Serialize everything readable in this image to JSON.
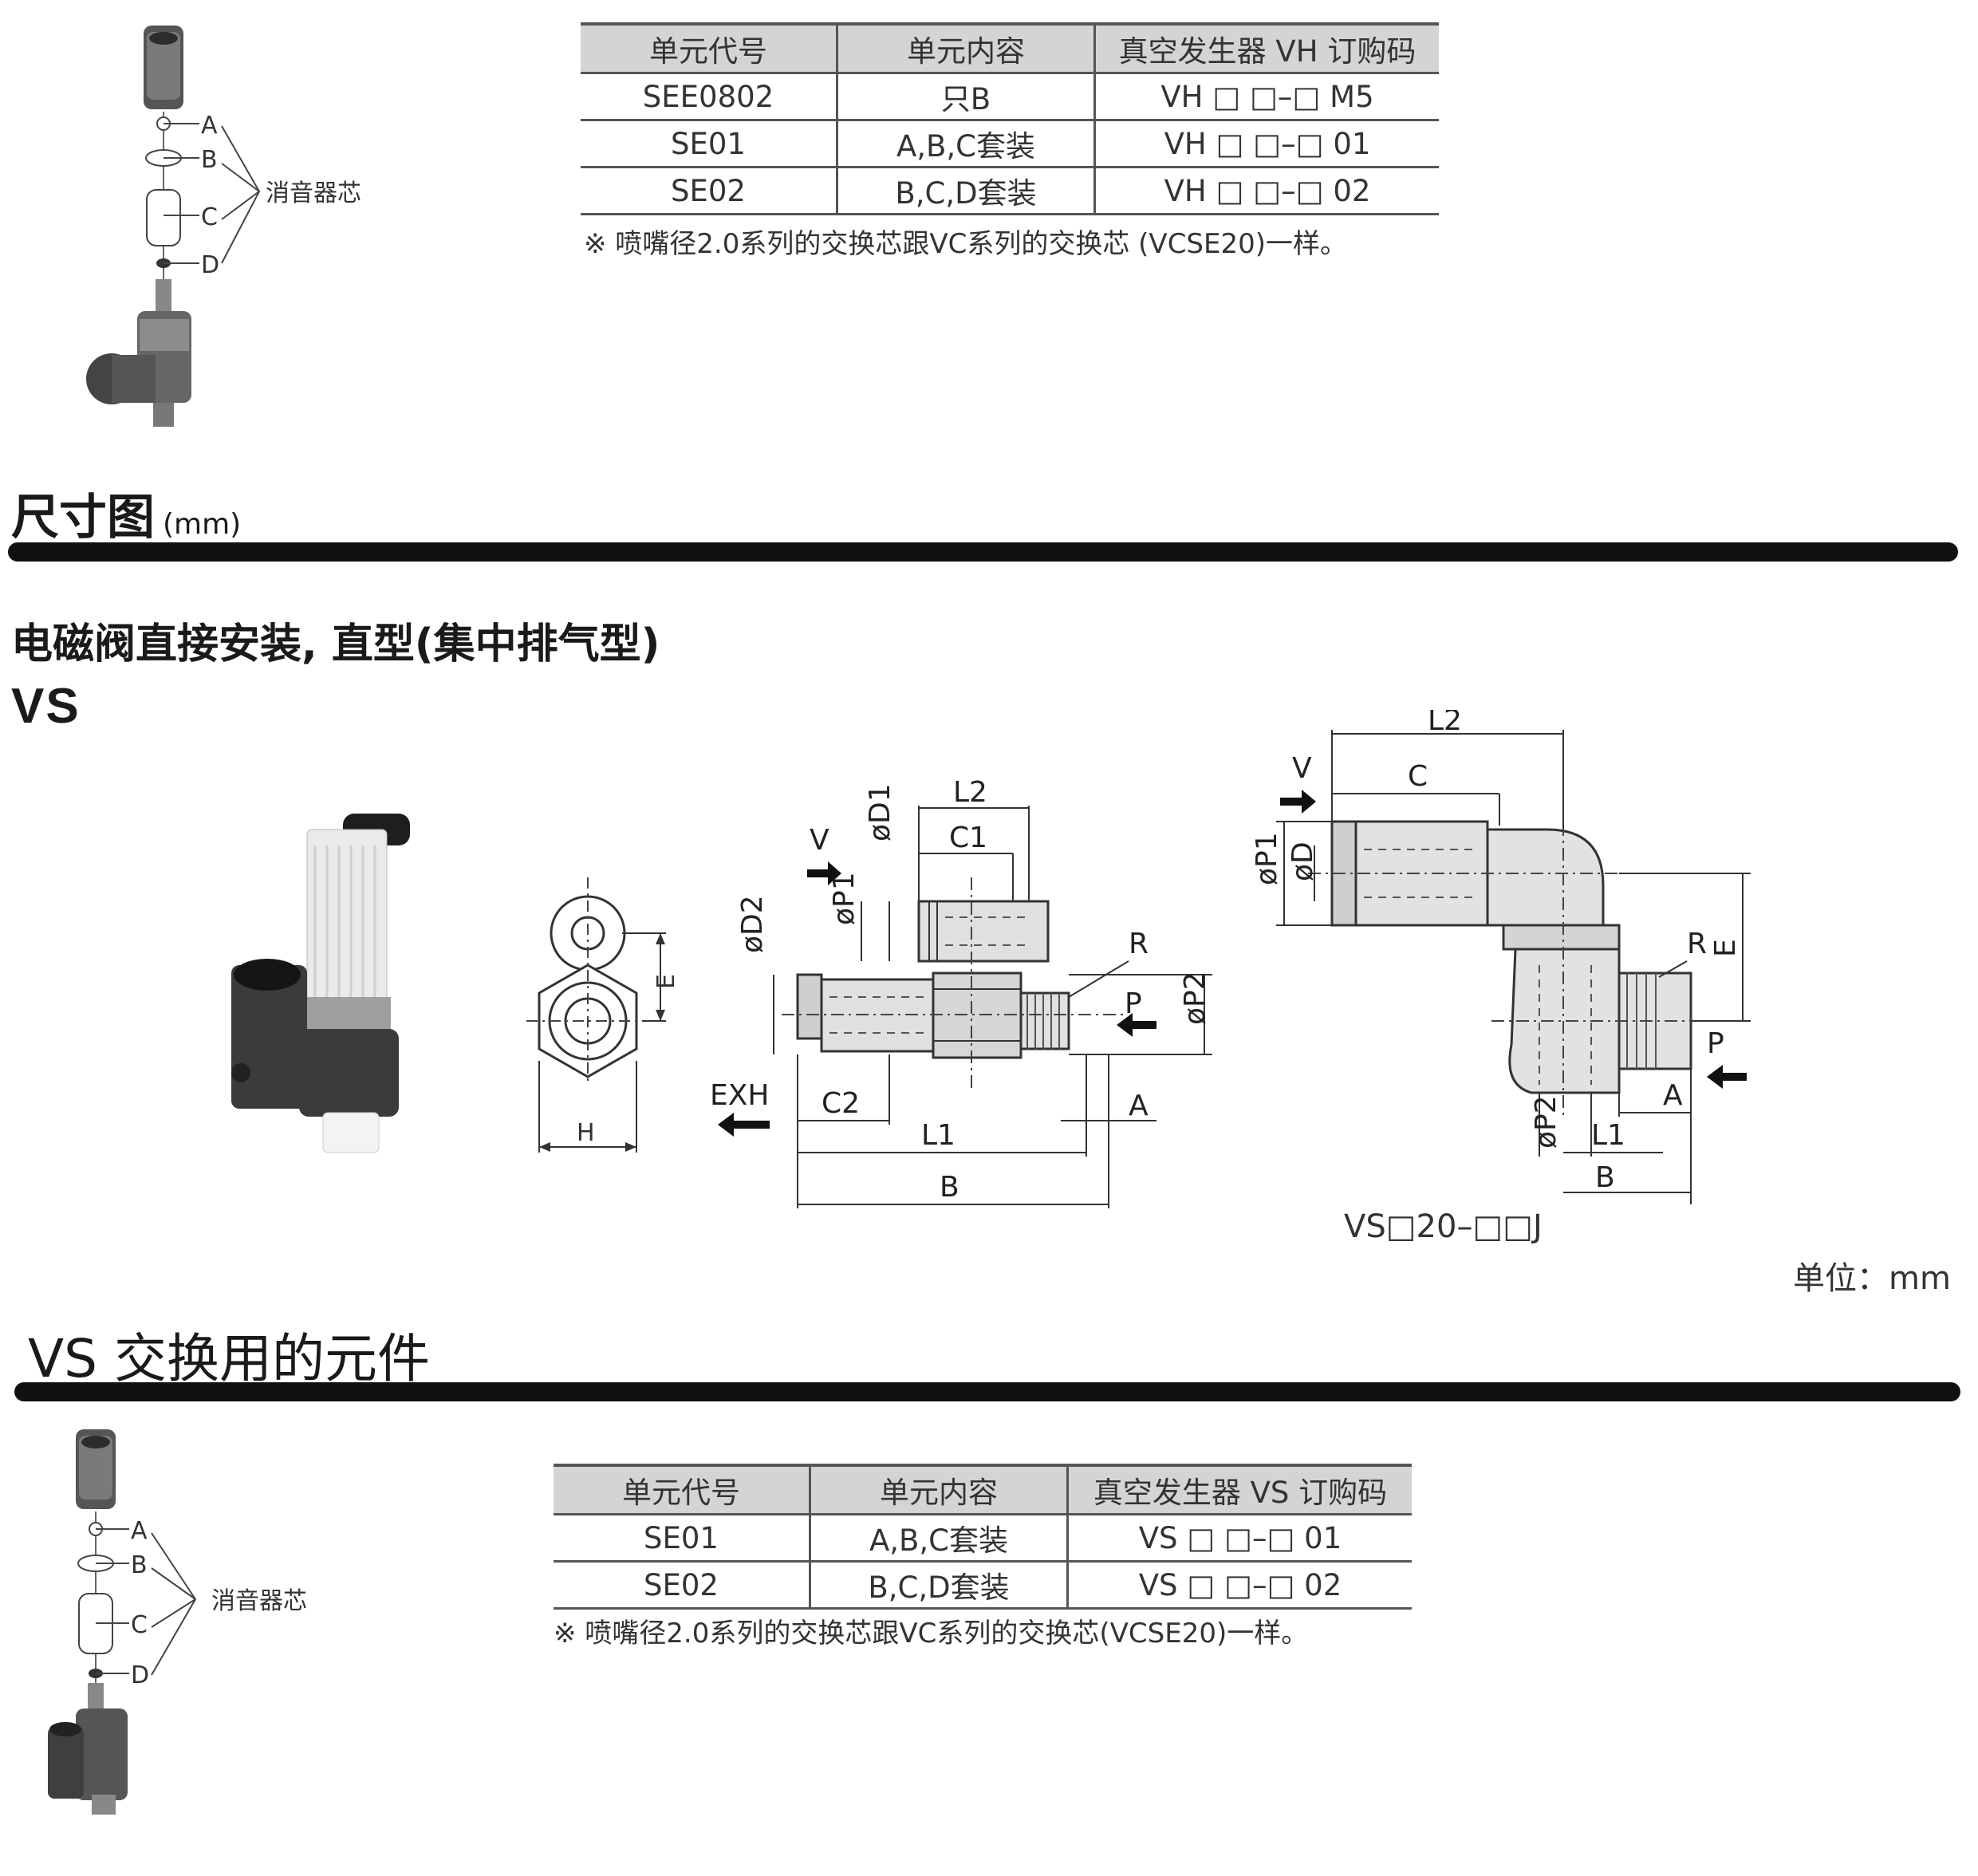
{
  "top": {
    "explode_labels": [
      "A",
      "B",
      "C",
      "D"
    ],
    "silencer_label": "消音器芯",
    "table": {
      "headers": [
        "单元代号",
        "单元内容",
        "真空发生器 VH 订购码"
      ],
      "rows": [
        [
          "SEE0802",
          "只B",
          "VH □ □–□ M5"
        ],
        [
          "SE01",
          "A,B,C套装",
          "VH □ □–□ 01"
        ],
        [
          "SE02",
          "B,C,D套装",
          "VH □ □–□ 02"
        ]
      ]
    },
    "note": "※ 喷嘴径2.0系列的交换芯跟VC系列的交换芯 (VCSE20)一样。"
  },
  "dimensions": {
    "title": "尺寸图",
    "unit_suffix": "(mm)",
    "subtitle": "电磁阀直接安装, 直型(集中排气型)",
    "series": "VS",
    "unit_note": "单位：mm",
    "model_label": "VS□20–□□J",
    "labels": {
      "L2": "L2",
      "C1": "C1",
      "C": "C",
      "V": "V",
      "D1": "øD1",
      "D2": "øD2",
      "P1": "øP1",
      "P2": "øP2",
      "D": "øD",
      "R": "R",
      "P": "P",
      "E": "E",
      "H": "H",
      "EXH": "EXH",
      "C2": "C2",
      "L1": "L1",
      "A": "A",
      "B": "B"
    }
  },
  "parts": {
    "title": "VS 交换用的元件",
    "explode_labels": [
      "A",
      "B",
      "C",
      "D"
    ],
    "silencer_label": "消音器芯",
    "table": {
      "headers": [
        "单元代号",
        "单元内容",
        "真空发生器 VS 订购码"
      ],
      "rows": [
        [
          "SE01",
          "A,B,C套装",
          "VS □ □–□ 01"
        ],
        [
          "SE02",
          "B,C,D套装",
          "VS □ □–□ 02"
        ]
      ]
    },
    "note": "※ 喷嘴径2.0系列的交换芯跟VC系列的交换芯(VCSE20)一样。"
  }
}
